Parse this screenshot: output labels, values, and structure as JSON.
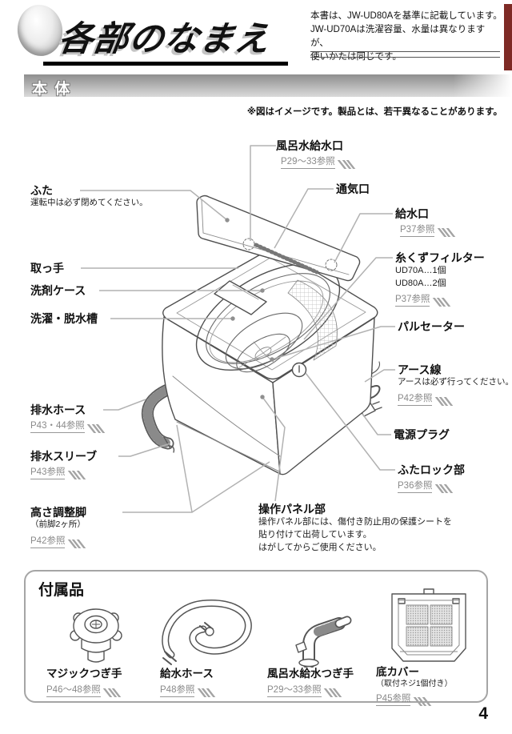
{
  "page_number": "4",
  "header": {
    "title": "各部のなまえ",
    "note_lines": [
      "本書は、JW-UD80Aを基準に記載しています。",
      "JW-UD70Aは洗濯容量、水量は異なりますが、",
      "使いかたは同じです。"
    ]
  },
  "section": {
    "title": "本 体",
    "disclaimer": "※図はイメージです。製品とは、若干異なることがあります。"
  },
  "colors": {
    "accent_tab": "#7e2a25",
    "leader_line": "#b2b2b2",
    "drawing_line": "#4f4f4f"
  },
  "parts": {
    "futa": {
      "name": "ふた",
      "note": "運転中は必ず閉めてください。"
    },
    "totte": {
      "name": "取っ手"
    },
    "senzai": {
      "name": "洗剤ケース"
    },
    "sentaku": {
      "name": "洗濯・脱水槽"
    },
    "haisui_hose": {
      "name": "排水ホース",
      "ref": "P43・44参照"
    },
    "haisui_sleeve": {
      "name": "排水スリーブ",
      "ref": "P43参照"
    },
    "takasa": {
      "name": "高さ調整脚",
      "note": "（前脚2ヶ所）",
      "ref": "P42参照"
    },
    "furomizu": {
      "name": "風呂水給水口",
      "ref": "P29～33参照"
    },
    "tsuuki": {
      "name": "通気口"
    },
    "kyuusui": {
      "name": "給水口",
      "ref": "P37参照"
    },
    "itokuzu": {
      "name": "糸くずフィルター",
      "note1": "UD70A…1個",
      "note2": "UD80A…2個",
      "ref": "P37参照"
    },
    "pulsator": {
      "name": "パルセーター"
    },
    "earth": {
      "name": "アース線",
      "note": "アースは必ず行ってください。",
      "ref": "P42参照"
    },
    "plug": {
      "name": "電源プラグ"
    },
    "futa_lock": {
      "name": "ふたロック部",
      "ref": "P36参照"
    },
    "panel": {
      "name": "操作パネル部",
      "notes": [
        "操作パネル部には、傷付き防止用の保護シートを",
        "貼り付けて出荷しています。",
        "はがしてからご使用ください。"
      ]
    }
  },
  "accessories": {
    "title": "付属品",
    "items": [
      {
        "icon": "magic-joint-illustration",
        "name": "マジックつぎ手",
        "ref": "P46～48参照"
      },
      {
        "icon": "supply-hose-illustration",
        "name": "給水ホース",
        "ref": "P48参照"
      },
      {
        "icon": "bath-water-joint-illustration",
        "name": "風呂水給水つぎ手",
        "ref": "P29～33参照"
      },
      {
        "icon": "bottom-cover-illustration",
        "name": "底カバー",
        "note": "（取付ネジ1個付き）",
        "ref": "P45参照"
      }
    ]
  }
}
